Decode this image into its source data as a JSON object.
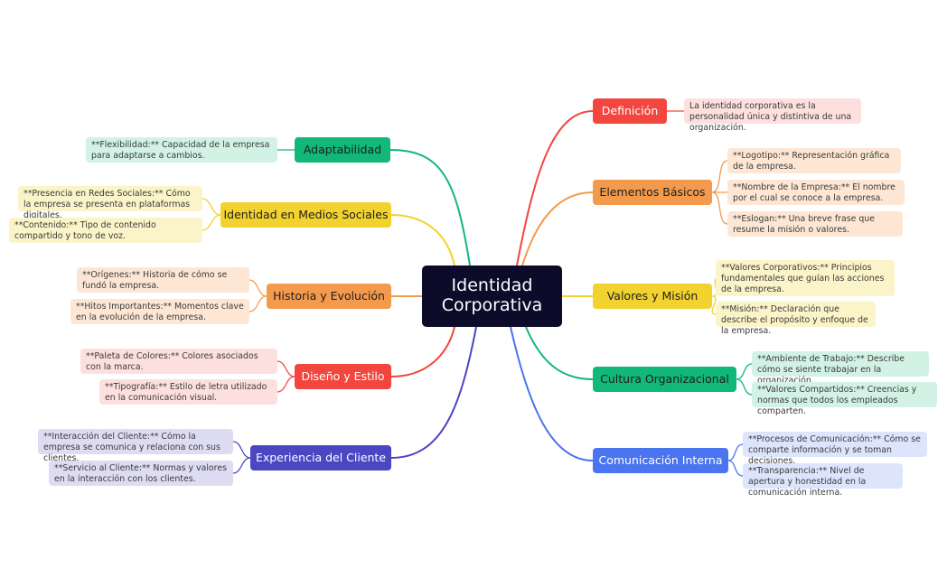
{
  "center": {
    "label": "Identidad Corporativa",
    "color": "#0d0b2a"
  },
  "colors": {
    "red": "#f2463f",
    "orange": "#f39a4c",
    "yellow": "#f2d22e",
    "green": "#12b878",
    "blue": "#4b74f0",
    "indigo": "#4b46c2",
    "red_leaf": "#fde0de",
    "orange_leaf": "#fde7d4",
    "yellow_leaf": "#fcf4c9",
    "green_leaf": "#d3f2e6",
    "blue_leaf": "#dde5fd",
    "indigo_leaf": "#dedcf2"
  },
  "right_branches": [
    {
      "label": "Definición",
      "leaves": [
        "La identidad corporativa es la personalidad única y distintiva de una organización."
      ]
    },
    {
      "label": "Elementos Básicos",
      "leaves": [
        "**Logotipo:** Representación gráfica de la empresa.",
        "**Nombre de la Empresa:** El nombre por el cual se conoce a la empresa.",
        "**Eslogan:** Una breve frase que resume la misión o valores."
      ]
    },
    {
      "label": "Valores y Misión",
      "leaves": [
        "**Valores Corporativos:** Principios fundamentales que guían las acciones de la empresa.",
        "**Misión:** Declaración que describe el propósito y enfoque de la empresa."
      ]
    },
    {
      "label": "Cultura Organizacional",
      "leaves": [
        "**Ambiente de Trabajo:** Describe cómo se siente trabajar en la organización.",
        "**Valores Compartidos:** Creencias y normas que todos los empleados comparten."
      ]
    },
    {
      "label": "Comunicación Interna",
      "leaves": [
        "**Procesos de Comunicación:** Cómo se comparte información y se toman decisiones.",
        "**Transparencia:** Nivel de apertura y honestidad en la comunicación interna."
      ]
    }
  ],
  "left_branches": [
    {
      "label": "Adaptabilidad",
      "leaves": [
        "**Flexibilidad:** Capacidad de la empresa para adaptarse a cambios."
      ]
    },
    {
      "label": "Identidad en Medios Sociales",
      "leaves": [
        "**Presencia en Redes Sociales:** Cómo la empresa se presenta en plataformas digitales.",
        "**Contenido:** Tipo de contenido compartido y tono de voz."
      ]
    },
    {
      "label": "Historia y Evolución",
      "leaves": [
        "**Orígenes:** Historia de cómo se fundó la empresa.",
        "**Hitos Importantes:** Momentos clave en la evolución de la empresa."
      ]
    },
    {
      "label": "Diseño y Estilo",
      "leaves": [
        "**Paleta de Colores:** Colores asociados con la marca.",
        "**Tipografía:** Estilo de letra utilizado en la comunicación visual."
      ]
    },
    {
      "label": "Experiencia del Cliente",
      "leaves": [
        "**Interacción del Cliente:** Cómo la empresa se comunica y relaciona con sus clientes.",
        "**Servicio al Cliente:** Normas y valores en la interacción con los clientes."
      ]
    }
  ]
}
